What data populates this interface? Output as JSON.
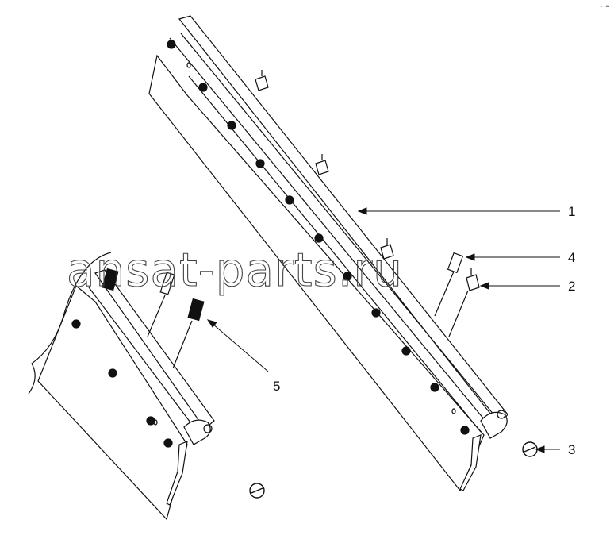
{
  "watermark": "ansat-parts.ru",
  "corner_mark": "⌐≈",
  "callouts": [
    {
      "label": "1"
    },
    {
      "label": "4"
    },
    {
      "label": "2"
    },
    {
      "label": "3"
    },
    {
      "label": "5"
    }
  ]
}
